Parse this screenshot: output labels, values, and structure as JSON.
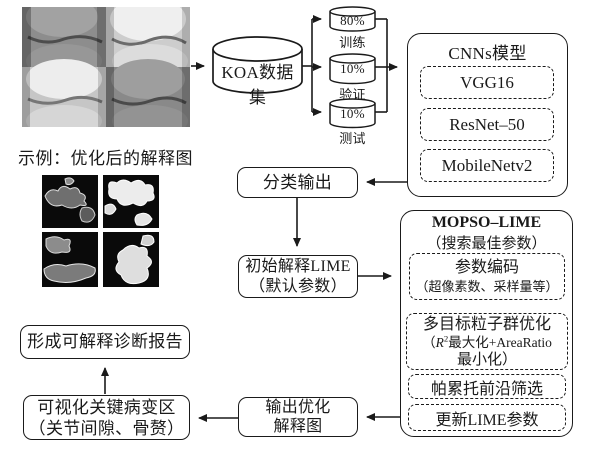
{
  "colors": {
    "line": "#1a1a1a",
    "background": "#ffffff"
  },
  "example": {
    "title": "示例：优化后的解释图"
  },
  "dataset": {
    "label": "KOA数据集"
  },
  "splits": [
    {
      "percent": "80%",
      "label": "训练"
    },
    {
      "percent": "10%",
      "label": "验证"
    },
    {
      "percent": "10%",
      "label": "测试"
    }
  ],
  "cnn": {
    "title": "CNNs模型",
    "models": [
      "VGG16",
      "ResNet–50",
      "MobileNetv2"
    ]
  },
  "classification": {
    "label": "分类输出"
  },
  "initial_lime": {
    "line1": "初始解释LIME",
    "line2": "（默认参数）"
  },
  "mopso": {
    "title": "MOPSO–LIME",
    "subtitle": "（搜索最佳参数）",
    "steps": {
      "encode_line1": "参数编码",
      "encode_line2": "（超像素数、采样量等）",
      "opt_line1": "多目标粒子群优化",
      "opt_open": "（",
      "opt_var": "R",
      "opt_sup": "2",
      "opt_rest": "最大化+AreaRatio",
      "opt_line3": "最小化）",
      "pareto": "帕累托前沿筛选",
      "update": "更新LIME参数"
    }
  },
  "output_map": {
    "line1": "输出优化",
    "line2": "解释图"
  },
  "visualize": {
    "line1": "可视化关键病变区",
    "line2": "（关节间隙、骨赘）"
  },
  "report": {
    "label": "形成可解释诊断报告"
  }
}
